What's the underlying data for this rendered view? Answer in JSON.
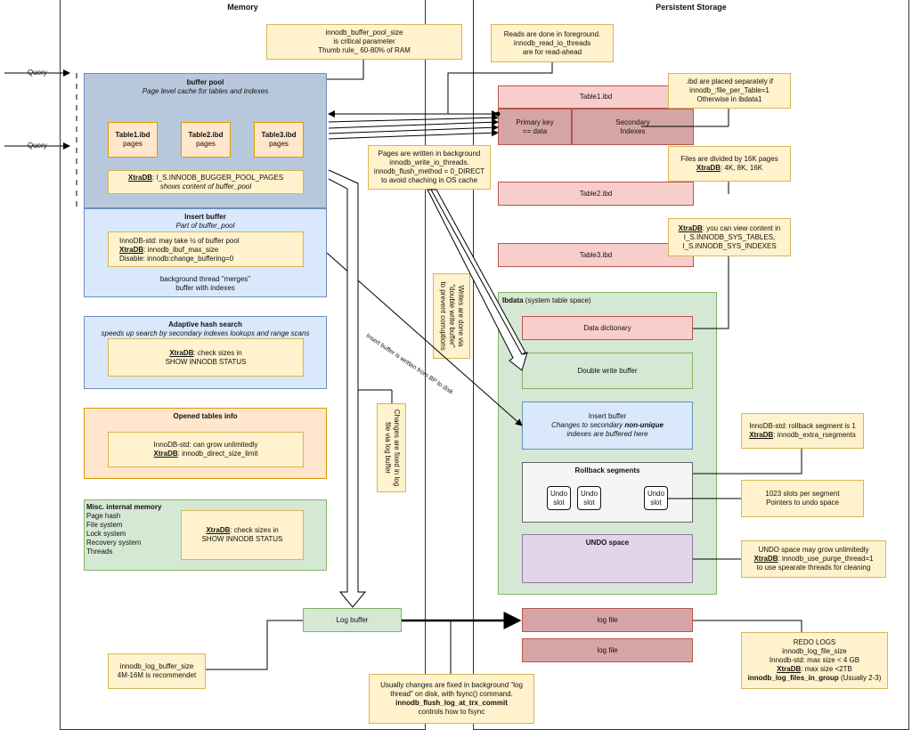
{
  "memory": {
    "title": "Memory",
    "query1": "Query",
    "query2": "Query",
    "buffer_pool_note": {
      "l1": "innodb_buffer_pool_size",
      "l2": "is critical parameter",
      "l3": "Thumb rule_ 60-80% of RAM"
    },
    "buffer_pool": {
      "title": "buffer pool",
      "subtitle": "Page level cache for tables and indexes",
      "tables": [
        {
          "name": "Table1.ibd",
          "sub": "pages"
        },
        {
          "name": "Table2.ibd",
          "sub": "pages"
        },
        {
          "name": "Table3.ibd",
          "sub": "pages"
        }
      ],
      "xtradb_key": "XtraDB",
      "xtradb_line1": ": I_S.INNODB_BUGGER_POOL_PAGES",
      "xtradb_line2": "shows content of buffer_pool"
    },
    "insert_buffer": {
      "title": "Insert buffer",
      "subtitle": "Part of buffer_pool",
      "l1": "InnoDB-std: may take ½ of buffer pool",
      "l2_key": "XtraDB",
      "l2": ": innodb_ibuf_max_size",
      "l3": "Disable: innodb:change_buffering=0",
      "bg1": "background thread \"merges\"",
      "bg2": "buffer with indexes"
    },
    "adaptive_hash": {
      "title": "Adaptive hash search",
      "subtitle": "speeds up search by secondary indexes lookups and range scans",
      "key": "XtraDB",
      "l1": ": check sizes in",
      "l2": "SHOW INNODB STATUS"
    },
    "opened_tables": {
      "title": "Opened tables info",
      "l1": "InnoDB-std: can grow unlimitedly",
      "key": "XtraDB",
      "l2": ": innodb_direct_size_limit"
    },
    "misc": {
      "title": "Misc. internal memory",
      "items": [
        "Page hash",
        "File system",
        "Lock system",
        "Recovery system",
        "Threads"
      ],
      "key": "XtraDB",
      "l1": ": check sizes in",
      "l2": "SHOW INNODB STATUS"
    },
    "changes_fixed_note": {
      "l1": "Changes are fixed in log",
      "l2": "file via log buffer"
    },
    "log_buffer": "Log buffer",
    "log_buffer_note": {
      "l1": "innodb_log_buffer_size",
      "l2": "4M-16M is recommendet"
    }
  },
  "middle": {
    "pages_written_note": {
      "l1": "Pages are written in background",
      "l2": "innodb_write_io_threads.",
      "l3": "innodb_flush_method = 0_DIRECT",
      "l4": "to avoid chaching in OS cache"
    },
    "writes_note": {
      "l1": "Writes are done via",
      "l2": "\"double write buffer\"",
      "l3": "to prevent corruptions"
    },
    "insert_to_disk_label": "Insert buffer is written from BP to disk",
    "fsync_note": {
      "l1": "Usually changes are fixed in background \"log",
      "l2": "thread\" on disk, with fsync() command.",
      "l3": "innodb_flush_log_at_trx_commit",
      "l4": "controls how to fsync"
    }
  },
  "storage": {
    "title": "Persistent Storage",
    "reads_note": {
      "l1": "Reads are done in foreground.",
      "l2": "innodb_read_io_threads",
      "l3": "are for read-ahead"
    },
    "table1": {
      "name": "Table1.ibd",
      "pk": "Primary key",
      "pk2": "== data",
      "sec": "Secondary",
      "sec2": "Indexes"
    },
    "ibd_note": {
      "l1": ".ibd are placed separately if",
      "l2": "innodb_:file_per_Table=1",
      "l3": "Otherwise in ibdata1"
    },
    "pages_note": {
      "l1": "Files are divided by 16K pages",
      "key": "XtraDB",
      "l2": ": 4K, 8K, 16K"
    },
    "table2": "Table2.ibd",
    "table3": "Table3.ibd",
    "sys_tables_note": {
      "key": "XtraDB",
      "l1": ": you can view content in",
      "l2": "I_S.INNODB_SYS_TABLES,",
      "l3": "I_S.INNODB_SYS_INDEXES"
    },
    "ibdata": {
      "title": "Ibdata",
      "title_suffix": " (system table space)",
      "data_dictionary": "Data dictionary",
      "double_write": "Double write buffer",
      "insert_buffer_title": "Insert buffer",
      "insert_buffer_l1": "Changes to secondary ",
      "insert_buffer_bold": "non-unique",
      "insert_buffer_l2": "indexes are buffered here",
      "rollback_title": "Rollback segments",
      "undo_slot_a": "Undo",
      "undo_slot_b": "slot",
      "undo_space": "UNDO space"
    },
    "rollback_note": {
      "l1": "InnoDB-std: rollback segment is 1",
      "key": "XtraDB",
      "l2": ": innodb_extra_rsegments"
    },
    "slots_note": {
      "l1": "1023 slots per segment",
      "l2": "Pointers to undo space"
    },
    "undo_note": {
      "l1": "UNDO space may grow unlimitedly",
      "key": "XtraDB",
      "l2": ": innodb_use_purge_thread=1",
      "l3": "to use spearate threads for cleaning"
    },
    "log_file1": "log file",
    "log_file2": "log file",
    "redo_note": {
      "l1": "REDO LOGS",
      "l2": "innodb_log_file_size",
      "l3": "Innodb-std: max size < 4 GB",
      "key": "XtraDB",
      "l4": ": max size <2TB",
      "l5": "innodb_log_files_in_group",
      "l5b": " (Usually 2-3)"
    }
  }
}
